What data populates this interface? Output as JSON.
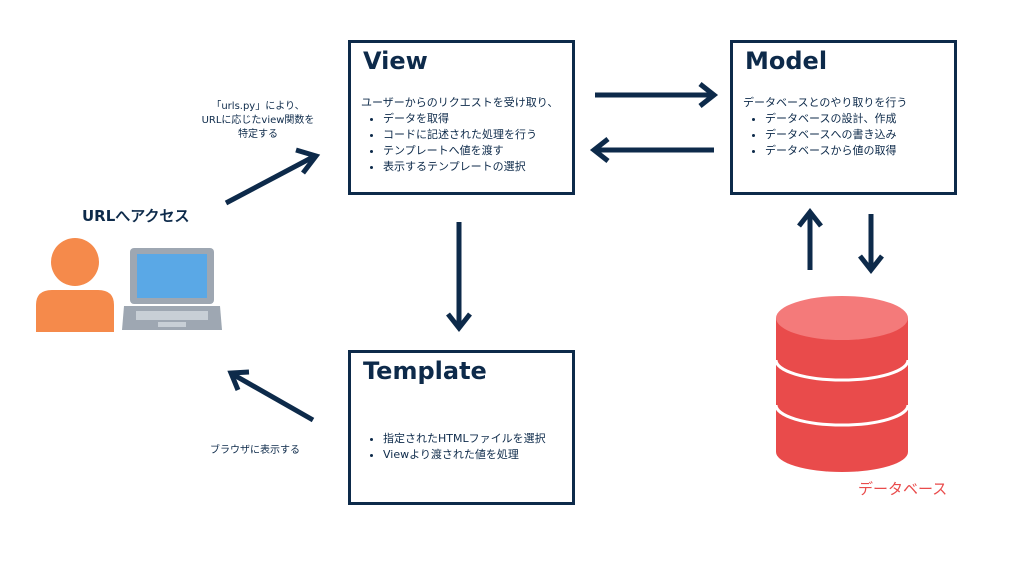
{
  "view": {
    "title": "View",
    "intro": "ユーザーからのリクエストを受け取り、",
    "items": [
      "データを取得",
      "コードに記述された処理を行う",
      "テンプレートへ値を渡す",
      "表示するテンプレートの選択"
    ]
  },
  "model": {
    "title": "Model",
    "intro": "データベースとのやり取りを行う",
    "items": [
      "データベースの設計、作成",
      "データベースへの書き込み",
      "データベースから値の取得"
    ]
  },
  "template": {
    "title": "Template",
    "items": [
      "指定されたHTMLファイルを選択",
      "Viewより渡された値を処理"
    ]
  },
  "user": {
    "access_label": "URLへアクセス",
    "url_note": [
      "「urls.py」により、",
      "URLに応じたview関数を",
      "特定する"
    ],
    "browser_note": "ブラウザに表示する"
  },
  "database": {
    "label": "データベース"
  },
  "colors": {
    "navy": "#0d2a4a",
    "person": "#f58a4b",
    "db": "#e94b4b",
    "db_top": "#f47a7a",
    "laptop_screen": "#5aa8e6",
    "laptop_body": "#9ea7b2"
  }
}
